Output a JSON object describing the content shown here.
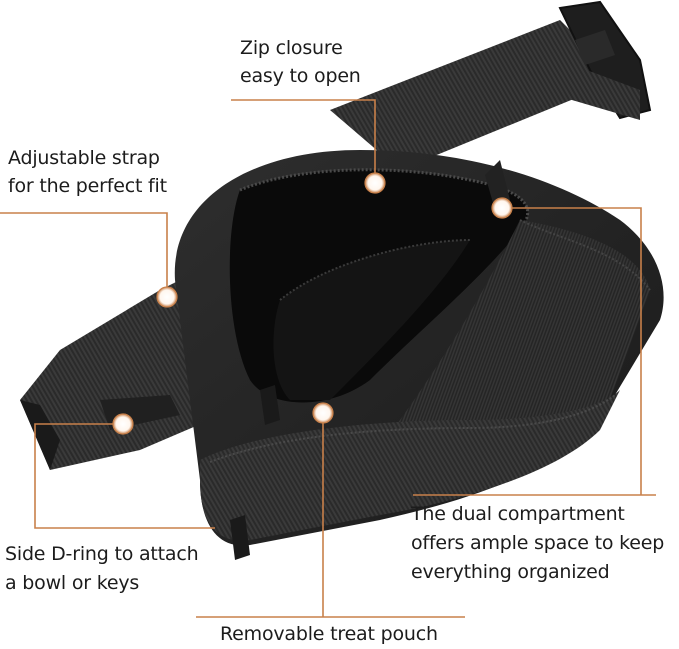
{
  "product": {
    "name": "Black dog treat pouch / waist bag",
    "accent_color": "#c8804a"
  },
  "callouts": [
    {
      "id": "zip",
      "lines": [
        "Zip closure",
        "easy to open"
      ]
    },
    {
      "id": "strap",
      "lines": [
        "Adjustable strap",
        "for the perfect fit"
      ]
    },
    {
      "id": "compartment",
      "lines": [
        "The dual compartment",
        "offers ample space to keep",
        "everything organized"
      ]
    },
    {
      "id": "dring",
      "lines": [
        "Side D-ring to attach",
        "a bowl or keys"
      ]
    },
    {
      "id": "pouch",
      "lines": [
        "Removable treat pouch"
      ]
    }
  ]
}
